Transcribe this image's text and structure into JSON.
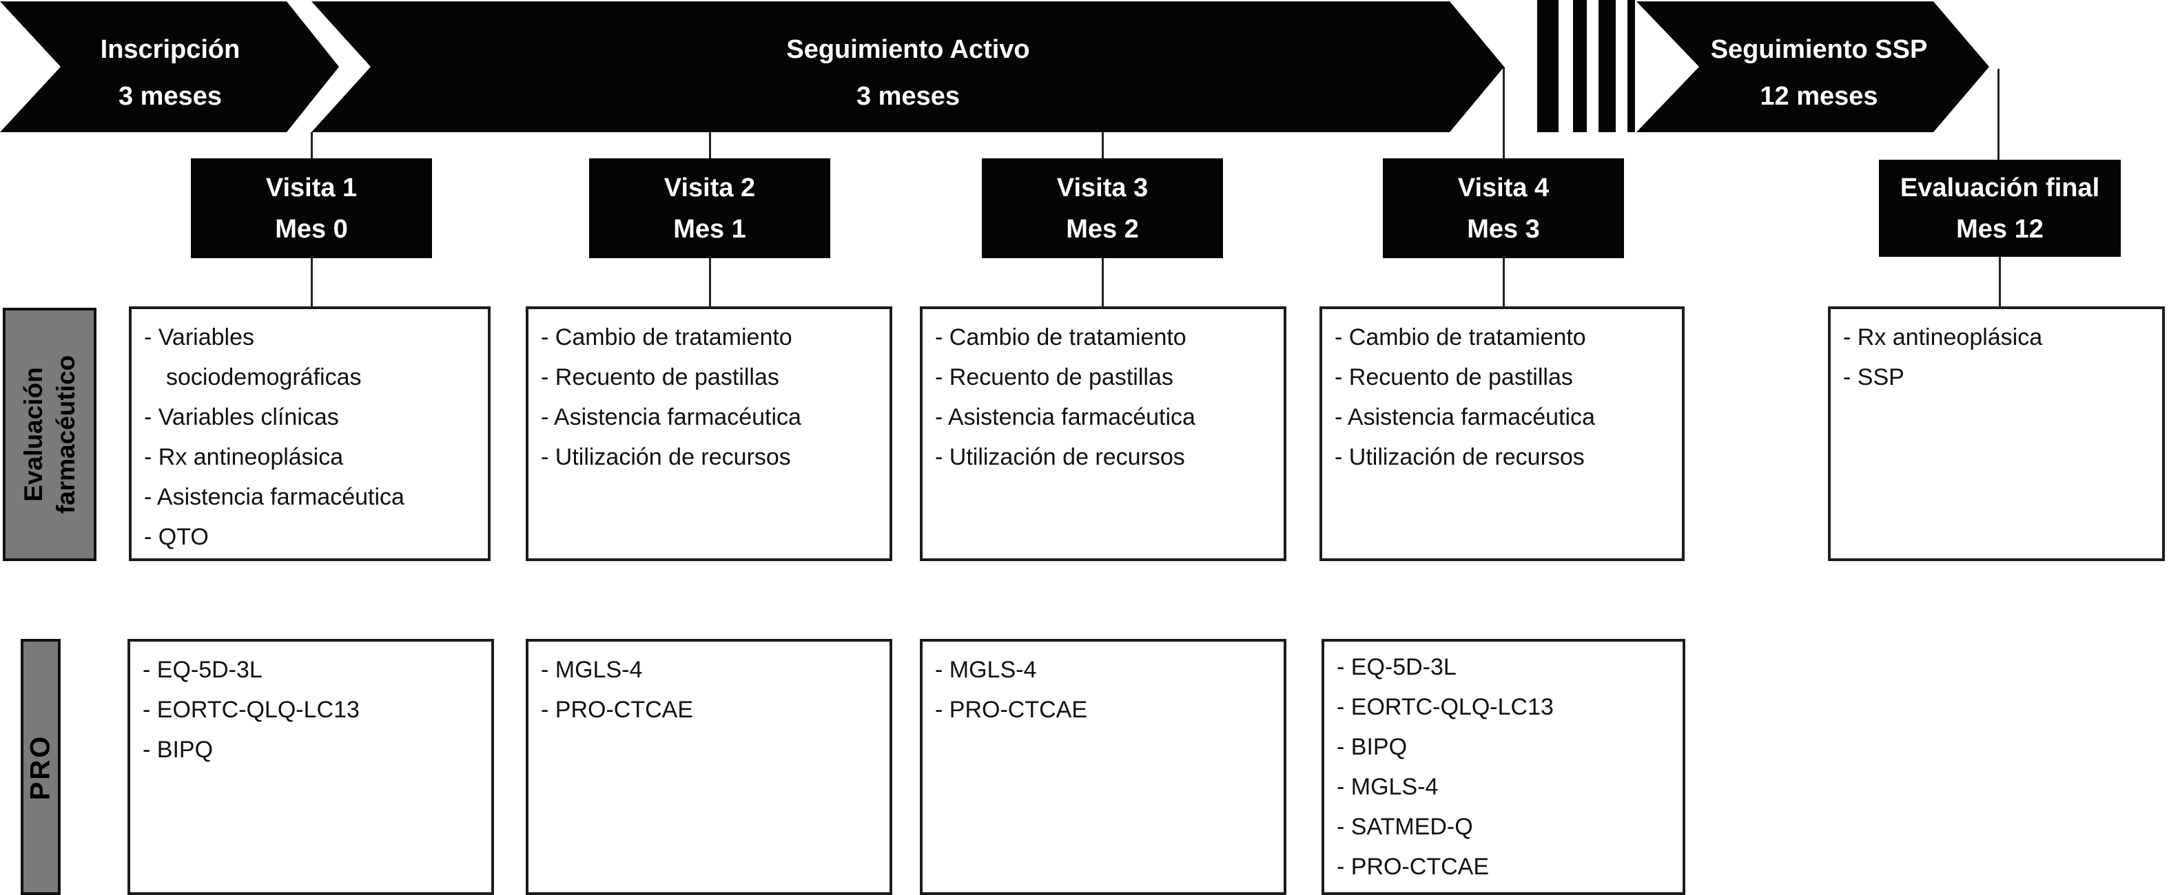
{
  "timeline": {
    "phases": [
      {
        "title": "Inscripción",
        "duration": "3 meses"
      },
      {
        "title": "Seguimiento Activo",
        "duration": "3 meses"
      },
      {
        "title": "Seguimiento SSP",
        "duration": "12 meses"
      }
    ]
  },
  "visits": [
    {
      "label": "Visita 1",
      "sublabel": "Mes 0"
    },
    {
      "label": "Visita 2",
      "sublabel": "Mes 1"
    },
    {
      "label": "Visita 3",
      "sublabel": "Mes 2"
    },
    {
      "label": "Visita 4",
      "sublabel": "Mes 3"
    },
    {
      "label": "Evaluación final",
      "sublabel": "Mes 12"
    }
  ],
  "sections": [
    {
      "label": "Evaluación\nfarmacéutico",
      "boxes": [
        {
          "items": [
            "- Variables\nsociodemográficas",
            "- Variables clínicas",
            "- Rx antineoplásica",
            "- Asistencia farmacéutica",
            "- QTO"
          ]
        },
        {
          "items": [
            "- Cambio de tratamiento",
            "- Recuento de pastillas",
            "- Asistencia farmacéutica",
            "- Utilización de recursos"
          ]
        },
        {
          "items": [
            "- Cambio de tratamiento",
            "- Recuento de pastillas",
            "- Asistencia farmacéutica",
            "- Utilización de recursos"
          ]
        },
        {
          "items": [
            "- Cambio de tratamiento",
            "- Recuento de pastillas",
            "- Asistencia farmacéutica",
            "- Utilización de recursos"
          ]
        },
        {
          "items": [
            "- Rx antineoplásica",
            "- SSP"
          ]
        }
      ]
    },
    {
      "label": "PRO",
      "boxes": [
        {
          "items": [
            "- EQ-5D-3L",
            "- EORTC-QLQ-LC13",
            "- BIPQ"
          ]
        },
        {
          "items": [
            "- MGLS-4",
            "- PRO-CTCAE"
          ]
        },
        {
          "items": [
            "- MGLS-4",
            "- PRO-CTCAE"
          ]
        },
        {
          "items": [
            "- EQ-5D-3L",
            "- EORTC-QLQ-LC13",
            "- BIPQ",
            "- MGLS-4",
            "- SATMED-Q",
            "- PRO-CTCAE"
          ]
        }
      ]
    }
  ],
  "colors": {
    "arrow_fill": "#050505",
    "arrow_text": "#ffffff",
    "visit_box_fill": "#050505",
    "row_label_bg": "#7a7a7a",
    "box_border": "#1c1c1c",
    "text": "#111111",
    "background": "#ffffff"
  }
}
